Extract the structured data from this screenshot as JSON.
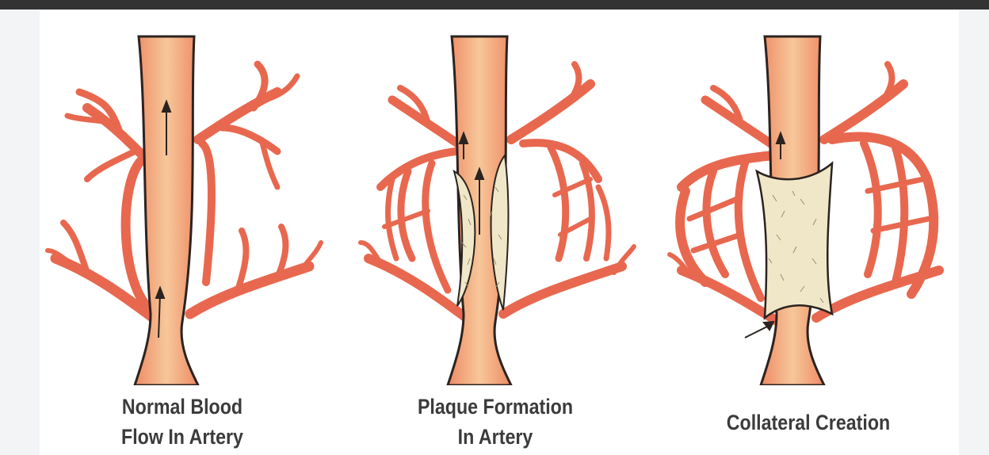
{
  "colors": {
    "vessel_fill": "#e8684f",
    "vessel_outline": "#2b2320",
    "artery_core": "#f7c79a",
    "artery_edge": "#ee8a64",
    "plaque": "#efe7c8",
    "plaque_texture": "#9a8f6a",
    "caption_text": "#3b3b3b"
  },
  "panels": [
    {
      "caption_lines": [
        "Normal Blood",
        "Flow In Artery"
      ]
    },
    {
      "caption_lines": [
        "Plaque Formation",
        "In Artery"
      ]
    },
    {
      "caption_lines": [
        "Collateral Creation"
      ]
    }
  ]
}
